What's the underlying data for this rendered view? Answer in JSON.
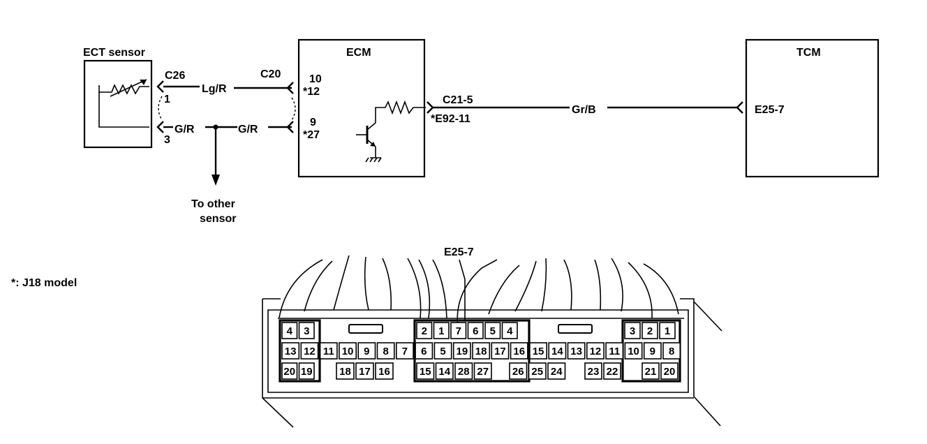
{
  "components": {
    "ect_sensor": "ECT sensor",
    "ecm": "ECM",
    "tcm": "TCM"
  },
  "terminals": {
    "c26": "C26",
    "c26_pin1": "1",
    "c26_pin3": "3",
    "c20": "C20",
    "ecm_pin10": "10",
    "ecm_pin12": "*12",
    "ecm_pin9": "9",
    "ecm_pin27": "*27",
    "c21_5": "C21-5",
    "e92_11": "*E92-11",
    "e25_7": "E25-7"
  },
  "wires": {
    "lg_r": "Lg/R",
    "g_r_1": "G/R",
    "g_r_2": "G/R",
    "gr_b": "Gr/B"
  },
  "notes": {
    "to_other_line1": "To other",
    "to_other_line2": "sensor",
    "footnote": "*: J18 model",
    "connector_callout": "E25-7"
  },
  "connector_pins": {
    "top_left": [
      "4",
      "3"
    ],
    "top_mid": [
      "2",
      "1",
      "7",
      "6",
      "5",
      "4"
    ],
    "top_right": [
      "3",
      "2",
      "1"
    ],
    "mid": [
      "13",
      "12",
      "11",
      "10",
      "9",
      "8",
      "7",
      "6",
      "5",
      "19",
      "18",
      "17",
      "16",
      "15",
      "14",
      "13",
      "12",
      "11",
      "10",
      "9",
      "8"
    ],
    "bottom_left": [
      "20",
      "19"
    ],
    "bottom_a": [
      "18",
      "17",
      "16"
    ],
    "bottom_b": [
      "15",
      "14",
      "28",
      "27"
    ],
    "bottom_c": [
      "26",
      "25",
      "24"
    ],
    "bottom_d": [
      "23",
      "22"
    ],
    "bottom_e": [
      "21",
      "20"
    ]
  }
}
